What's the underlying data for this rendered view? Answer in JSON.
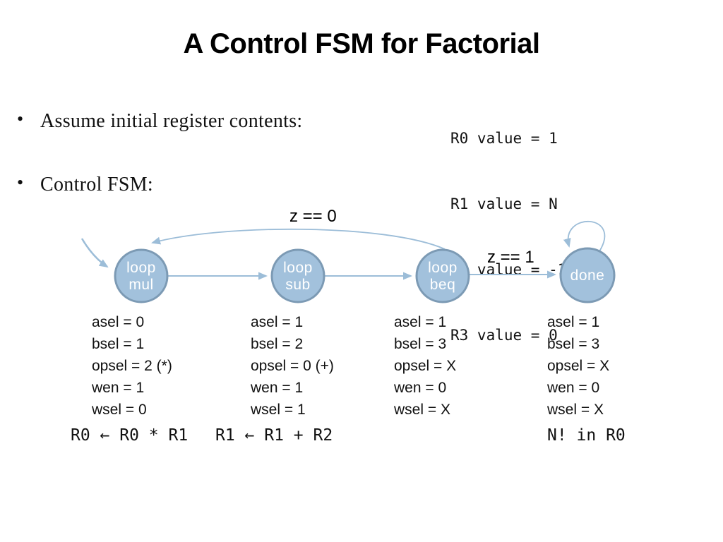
{
  "slide": {
    "title": "A Control FSM for Factorial",
    "bullet_char": "•",
    "bullets": [
      "Assume initial register contents:",
      "Control FSM:"
    ]
  },
  "registers": {
    "lines": [
      "R0 value = 1",
      "R1 value = N",
      "R2 value = -1",
      "R3 value = 0"
    ]
  },
  "fsm": {
    "states": [
      {
        "id": "loop-mul",
        "label_lines": [
          "loop",
          "mul"
        ]
      },
      {
        "id": "loop-sub",
        "label_lines": [
          "loop",
          "sub"
        ]
      },
      {
        "id": "loop-beq",
        "label_lines": [
          "loop",
          "beq"
        ]
      },
      {
        "id": "done",
        "label_lines": [
          "done"
        ]
      }
    ],
    "edge_labels": [
      {
        "id": "z-eq-0",
        "text": "z == 0"
      },
      {
        "id": "z-eq-1",
        "text": "z == 1"
      }
    ],
    "colors": {
      "state_fill": "#a2c1dc",
      "state_border": "#7c9ab4",
      "arrow": "#9cbdd8",
      "state_text": "#ffffff"
    }
  },
  "signal_columns": [
    {
      "state": "loop mul",
      "lines": [
        "asel = 0",
        "bsel = 1",
        "opsel = 2 (*)",
        "wen = 1",
        "wsel = 0"
      ]
    },
    {
      "state": "loop sub",
      "lines": [
        "asel = 1",
        "bsel = 2",
        "opsel = 0 (+)",
        "wen = 1",
        "wsel = 1"
      ]
    },
    {
      "state": "loop beq",
      "lines": [
        "asel = 1",
        "bsel = 3",
        "opsel = X",
        "wen = 0",
        "wsel = X"
      ]
    },
    {
      "state": "done",
      "lines": [
        "asel = 1",
        "bsel = 3",
        "opsel = X",
        "wen = 0",
        "wsel = X"
      ]
    }
  ],
  "expressions": [
    "R0 ← R0 * R1",
    "R1 ← R1 + R2",
    "N! in R0"
  ]
}
